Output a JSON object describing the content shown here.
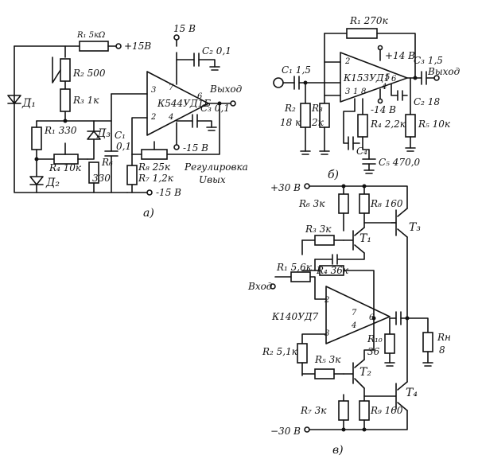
{
  "circuit_a": {
    "label": "а)",
    "r1_label": "R₁ 5кΩ",
    "r1_rail": "+15В",
    "r2": "R₂ 500",
    "r3": "R₃ 1к",
    "r1b": "R₁ 330",
    "r4": "R₄ 10к",
    "r6": "R₆",
    "r6_val": "330",
    "d1": "Д₁",
    "d2": "Д₂",
    "d3": "Д₃",
    "c1": "C₁",
    "c1_val": "0,1",
    "c2": "C₂ 0,1",
    "c3": "C₃ 0,1",
    "supply_pos": "15 В",
    "supply_neg": "-15 В",
    "rail_neg": "-15 В",
    "opamp": "К544УД1Б",
    "pin2": "2",
    "pin3": "3",
    "pin4": "4",
    "pin6": "6",
    "pin7": "7",
    "r8": "R₈ 25к",
    "r7": "R₇ 1,2к",
    "output": "Выход",
    "adjust1": "Регулировка",
    "adjust2": "Uвых"
  },
  "circuit_b": {
    "label": "б)",
    "r1": "R₁ 270к",
    "c1": "C₁ 1,5",
    "r2": "R₂",
    "r2_val": "18 к",
    "r3": "R₃",
    "r3_val": "2к",
    "opamp": "К153УД1",
    "pos": "+14 В",
    "neg": "-14 В",
    "r4": "R₄ 2,2к",
    "c4": "C₄",
    "c5": "C₅ 470,0",
    "r5": "R₅ 10к",
    "c2": "C₂ 18",
    "c3": "C₃ 1,5",
    "output": "Выход",
    "pin1": "1",
    "pin2": "2",
    "pin3": "3",
    "pin4": "4",
    "pin5": "5",
    "pin6": "6",
    "pin8": "8"
  },
  "circuit_c": {
    "label": "в)",
    "pos": "+30 В",
    "neg": "−30 В",
    "r6": "R₆ 3к",
    "r8": "R₈ 160",
    "r3": "R₃ 3к",
    "t1": "T₁",
    "t3": "T₃",
    "r1": "R₁ 5,6к",
    "r4": "R₄ 36к",
    "input": "Вход",
    "opamp": "К140УД7",
    "pin2": "2",
    "pin3": "3",
    "pin4": "4",
    "pin6": "6",
    "pin7": "7",
    "r10": "R₁₀",
    "r10_val": "36",
    "rn": "Rн",
    "rn_val": "8",
    "r2": "R₂ 5,1к",
    "r5": "R₅ 3к",
    "t2": "T₂",
    "t4": "T₄",
    "r7": "R₇ 3к",
    "r9": "R₉ 160"
  }
}
